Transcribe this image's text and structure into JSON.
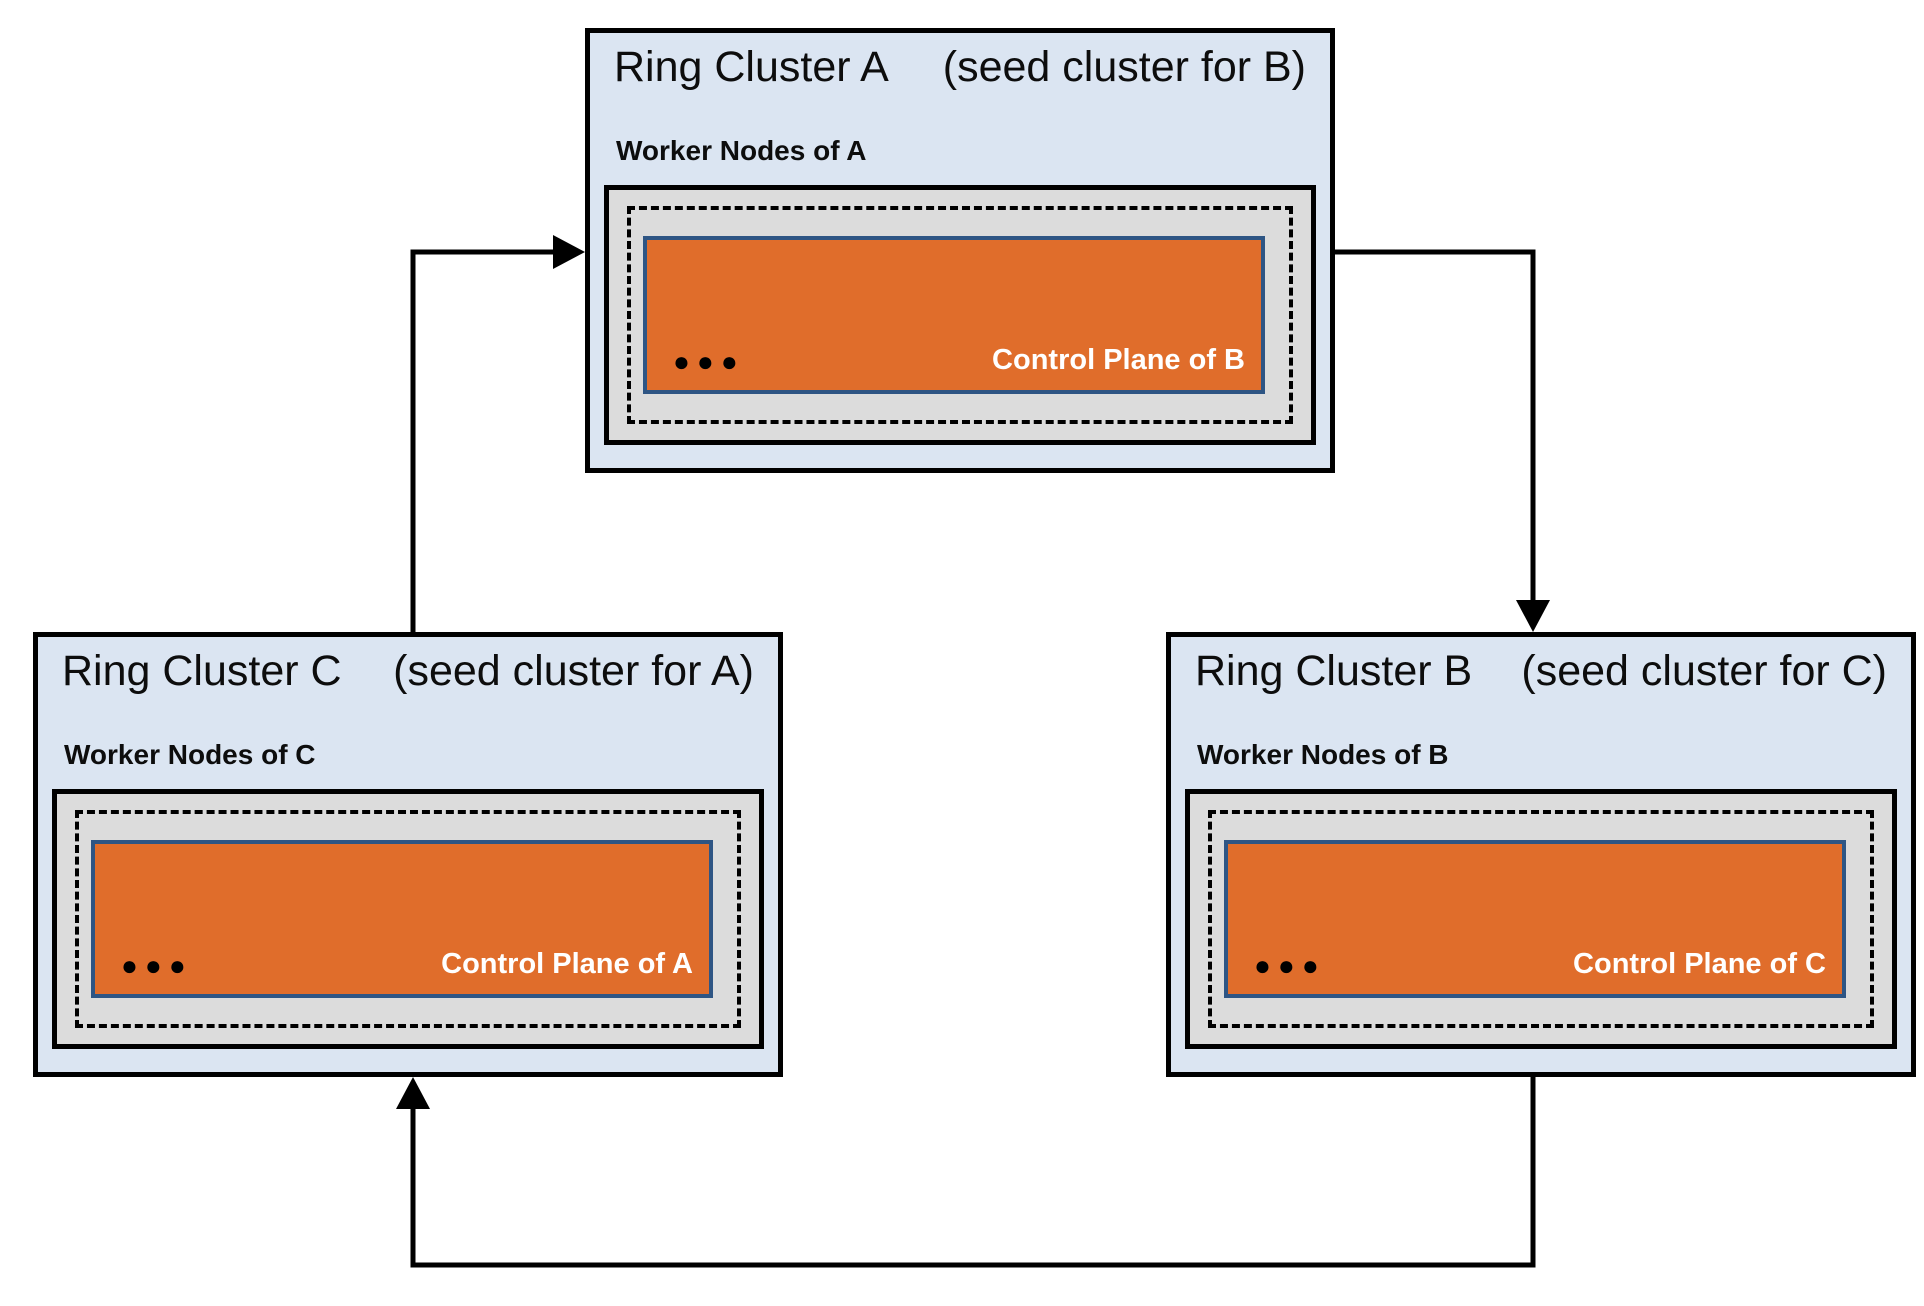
{
  "diagram": {
    "clusters": [
      {
        "name": "Ring Cluster A",
        "seed_note": "(seed cluster for B)",
        "worker_label": "Worker Nodes of A",
        "control_plane_label": "Control Plane of B",
        "dots": "●●●"
      },
      {
        "name": "Ring Cluster C",
        "seed_note": "(seed cluster for A)",
        "worker_label": "Worker Nodes of C",
        "control_plane_label": "Control Plane of A",
        "dots": "●●●"
      },
      {
        "name": "Ring Cluster B",
        "seed_note": "(seed cluster for C)",
        "worker_label": "Worker Nodes of B",
        "control_plane_label": "Control Plane of C",
        "dots": "●●●"
      }
    ],
    "edges": [
      {
        "from": "Ring Cluster C",
        "to": "Ring Cluster A"
      },
      {
        "from": "Ring Cluster A",
        "to": "Ring Cluster B"
      },
      {
        "from": "Ring Cluster B",
        "to": "Ring Cluster C"
      }
    ],
    "colors": {
      "cluster_bg": "#dbe5f2",
      "cluster_border": "#000000",
      "node_area_bg": "#dcdcdc",
      "control_plane_bg": "#e06d2b",
      "control_plane_border": "#2e5584",
      "control_plane_text": "#ffffff",
      "arrow": "#000000"
    }
  }
}
